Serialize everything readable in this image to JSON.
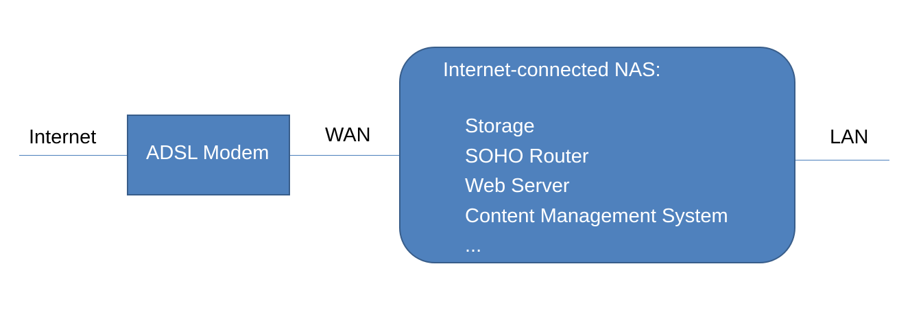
{
  "diagram": {
    "left_label": "Internet",
    "modem_label": "ADSL Modem",
    "wan_label": "WAN",
    "nas": {
      "title": "Internet-connected NAS:",
      "items": [
        "Storage",
        "SOHO Router",
        "Web Server",
        "Content Management System",
        "..."
      ]
    },
    "lan_label": "LAN",
    "colors": {
      "box_fill": "#4f81bd",
      "box_border": "#385d8a",
      "wire": "#4a7ebb",
      "box_text": "#ffffff"
    }
  }
}
